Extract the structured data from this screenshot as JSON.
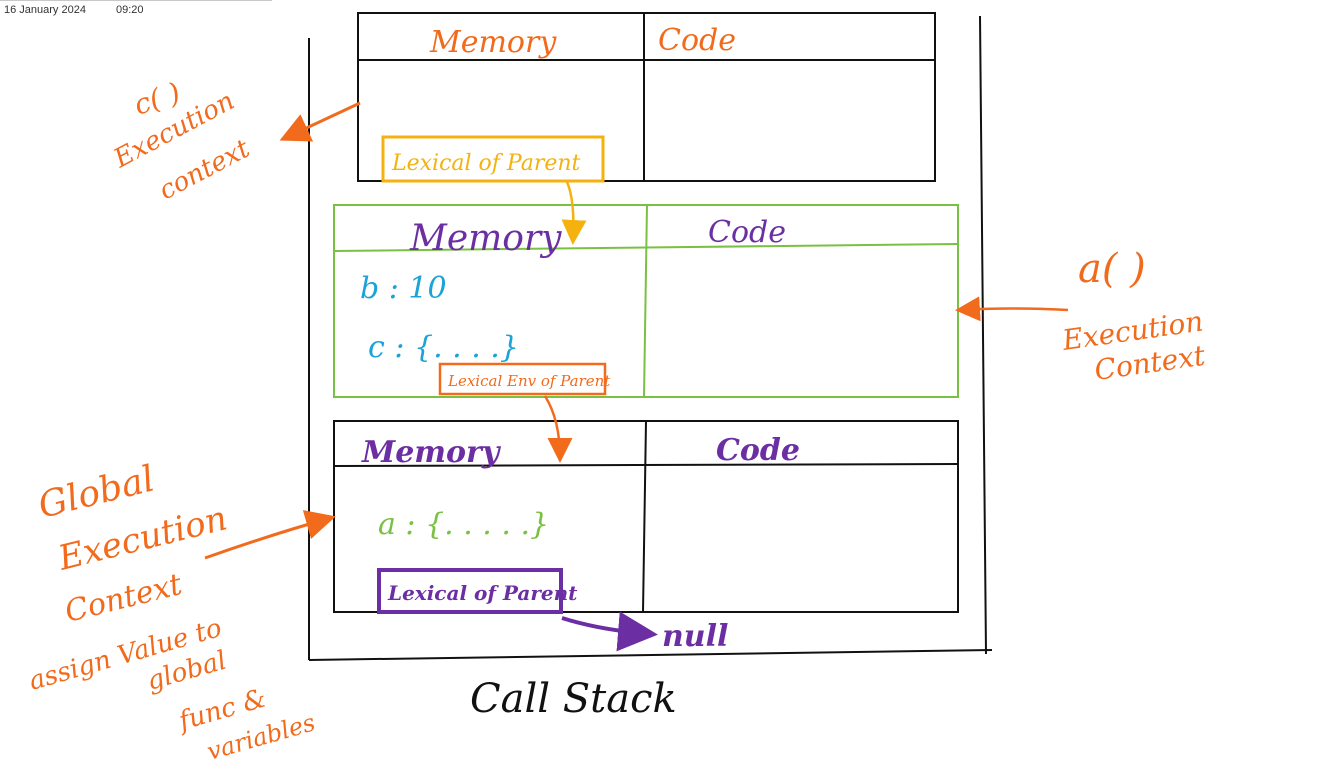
{
  "note_header": {
    "date": "16 January 2024",
    "time": "09:20"
  },
  "colors": {
    "orange": "#f26a1b",
    "purple": "#6b2fa3",
    "green": "#7ac143",
    "blue": "#1ba3d8",
    "yellow": "#f5b20f",
    "black": "#111111"
  },
  "call_stack": {
    "label": "Call Stack",
    "contexts": [
      {
        "id": "c",
        "memory_label": "Memory",
        "code_label": "Code",
        "memory_items": [],
        "lexical_label": "Lexical of Parent"
      },
      {
        "id": "a",
        "memory_label": "Memory",
        "code_label": "Code",
        "memory_items": [
          "b : 10",
          "c : {. . . .}"
        ],
        "lexical_label": "Lexical Env of Parent"
      },
      {
        "id": "global",
        "memory_label": "Memory",
        "code_label": "Code",
        "memory_items": [
          "a : {. . . . .}"
        ],
        "lexical_label": "Lexical of Parent"
      }
    ],
    "null_label": "null"
  },
  "annotations": {
    "c_context": {
      "name": "c( )",
      "line1": "Execution",
      "line2": "context"
    },
    "a_context": {
      "name": "a( )",
      "line1": "Execution",
      "line2": "Context"
    },
    "global_context": {
      "line1": "Global",
      "line2": "Execution",
      "line3": "Context",
      "line4": "assign Value to",
      "line5": "global",
      "line6": "func &",
      "line7": "variables"
    }
  }
}
